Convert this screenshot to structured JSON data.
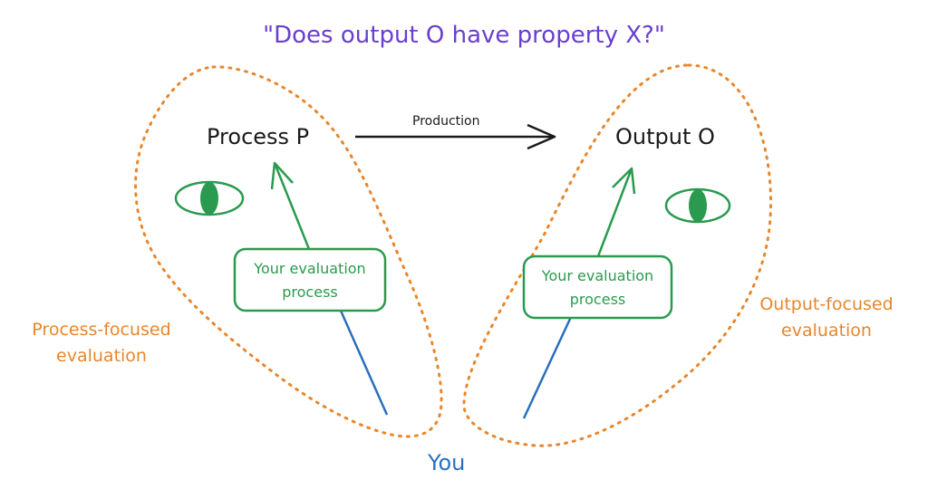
{
  "diagram": {
    "question": "\"Does output O have property X?\"",
    "process_node": "Process P",
    "output_node": "Output O",
    "edge_label": "Production",
    "eval_box_left": "Your evaluation\nprocess",
    "eval_box_right": "Your evaluation\nprocess",
    "region_left": "Process-focused\nevaluation",
    "region_right": "Output-focused\nevaluation",
    "observer": "You"
  },
  "colors": {
    "question": "#6a3fcf",
    "region_outline": "#e8862a",
    "evaluation": "#2a9a4e",
    "observer": "#2a6fbd",
    "edge": "#1a1a1a"
  },
  "icons": {
    "left_eye": "eye-icon",
    "right_eye": "eye-icon"
  }
}
